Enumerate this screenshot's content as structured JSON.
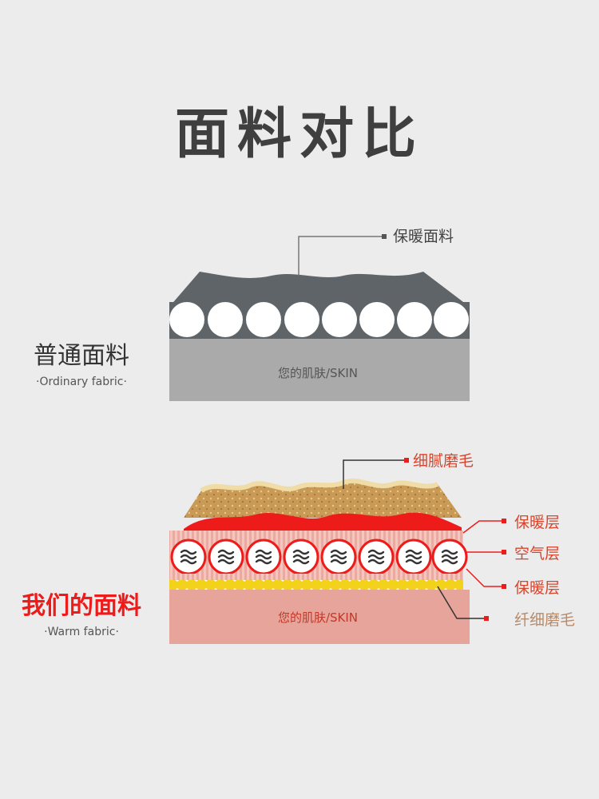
{
  "title": "面料对比",
  "ordinary": {
    "name": "普通面料",
    "name_en": "Ordinary fabric",
    "callout": "保暖面料",
    "skin": "您的肌肤/SKIN"
  },
  "warm": {
    "name": "我们的面料",
    "name_en": "Warm fabric",
    "skin": "您的肌肤/SKIN",
    "callouts": {
      "top": "细腻磨毛",
      "warm_upper": "保暖层",
      "air": "空气层",
      "warm_lower": "保暖层",
      "bottom": "纤细磨毛"
    }
  },
  "colors": {
    "title": "#3f3f3f",
    "accent_red": "#ee1b1b",
    "callout_text_red": "#d9442c",
    "callout_text_light": "#b88a6a",
    "ordinary_grey": "#5e6467",
    "skin_grey": "#aaaaaa",
    "skin_pink": "#e6a49a",
    "yellow_layer": "#f2d21b"
  }
}
